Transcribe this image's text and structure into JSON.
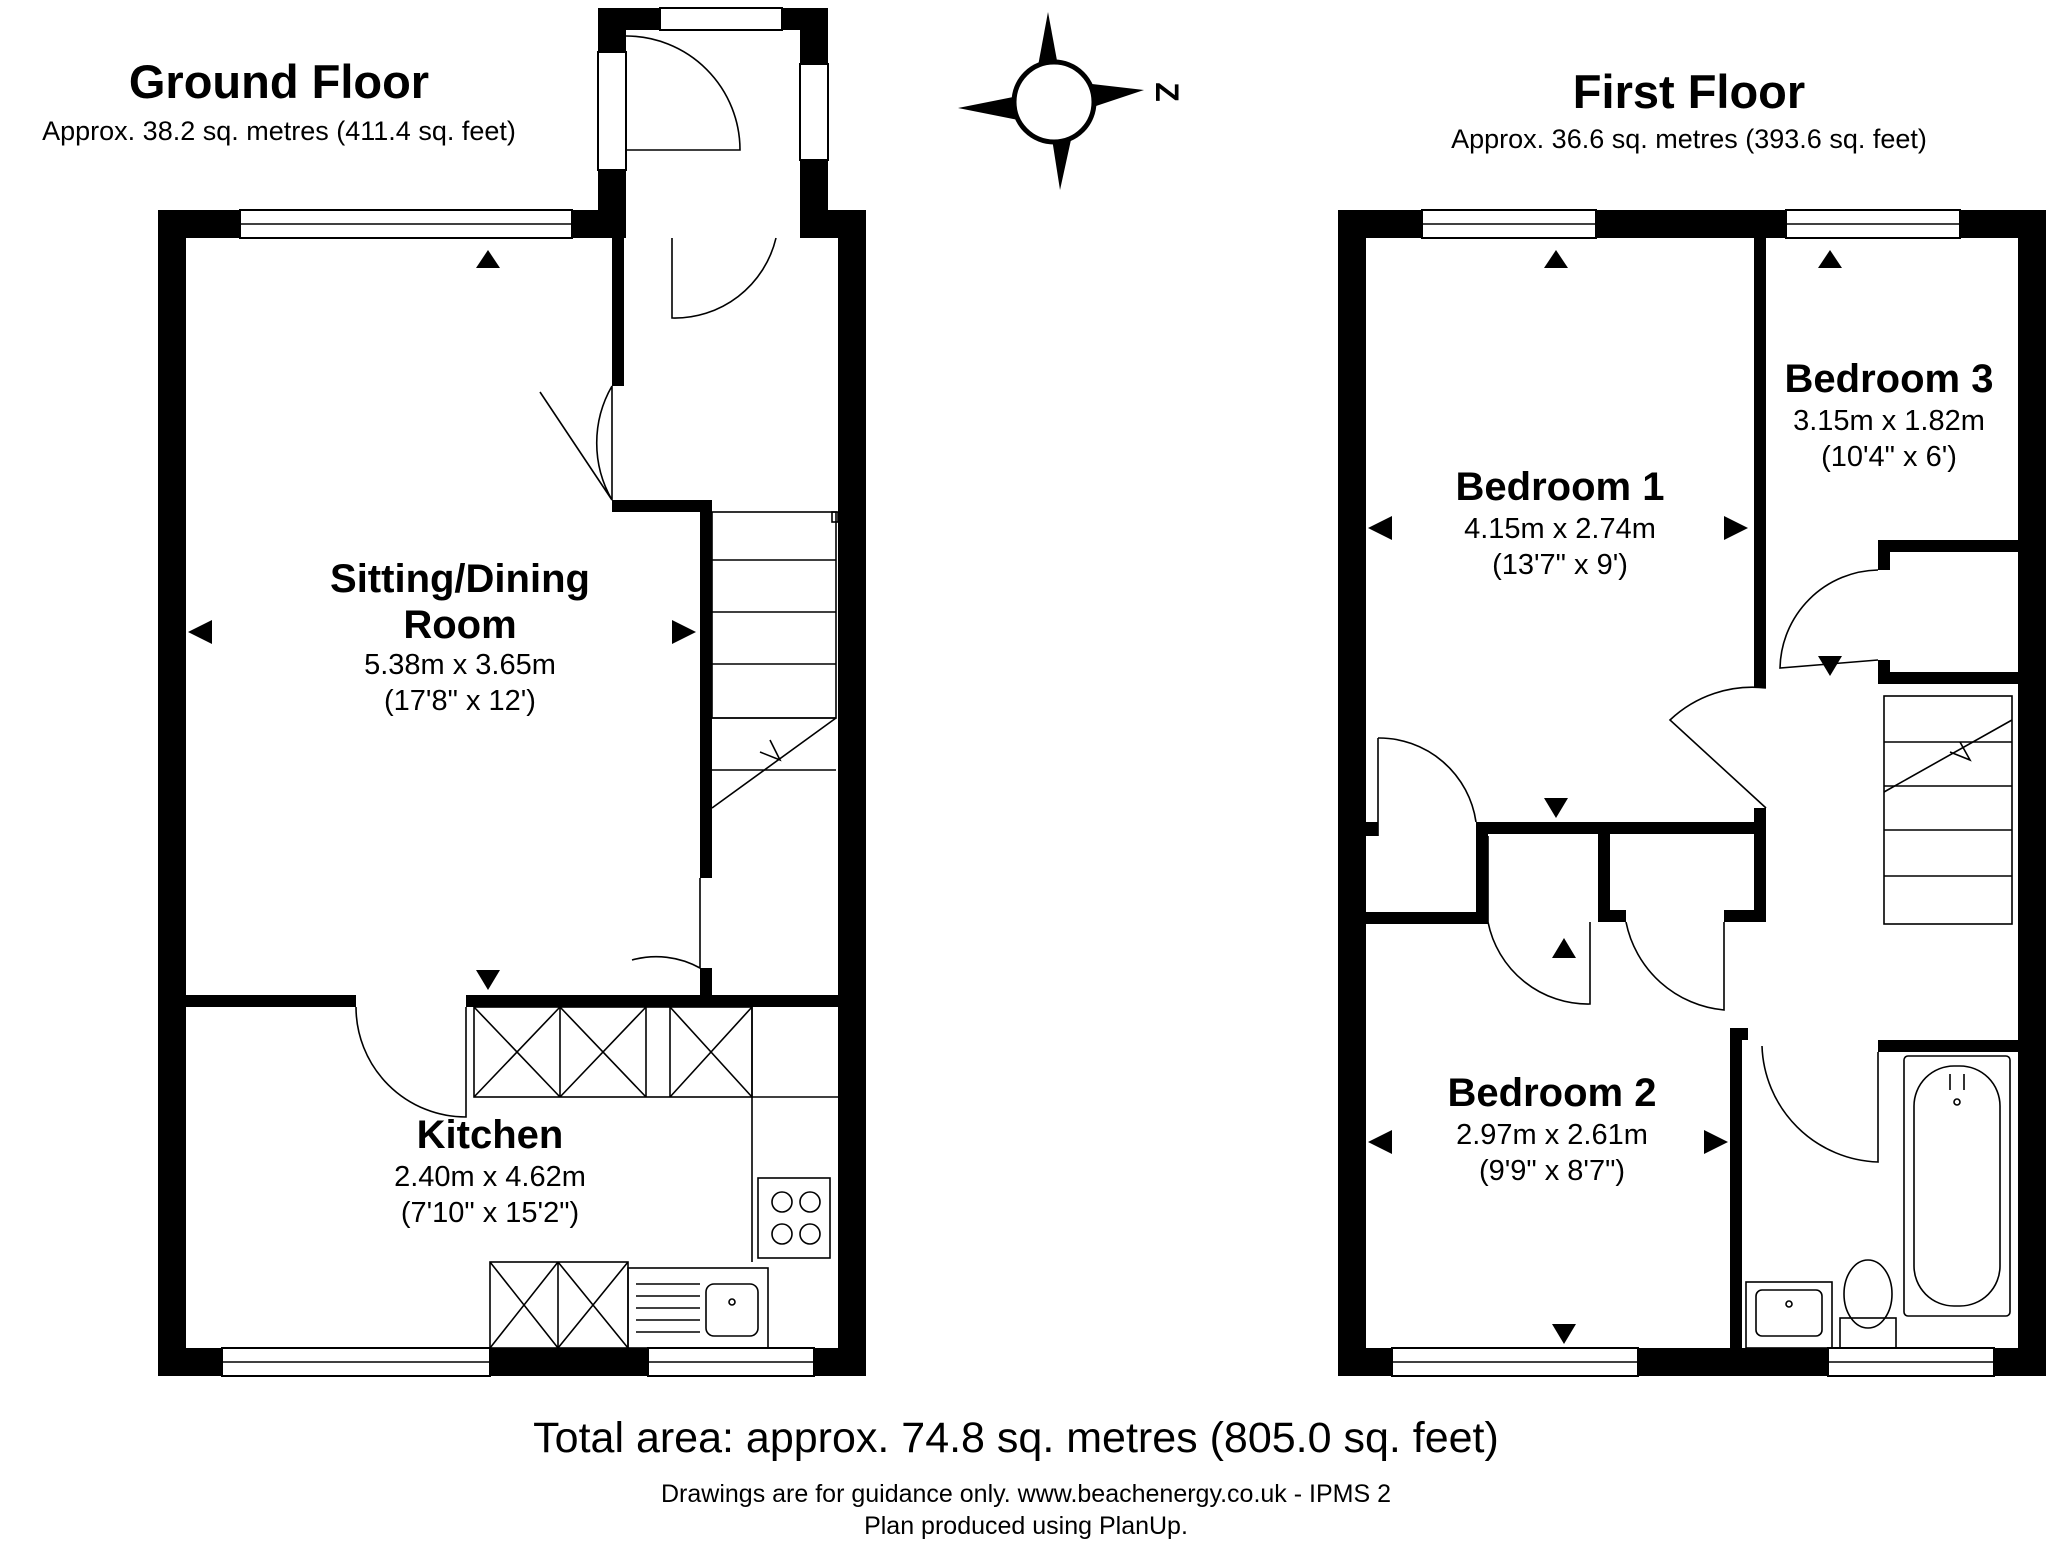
{
  "ground_floor": {
    "title": "Ground Floor",
    "area": "Approx. 38.2 sq. metres (411.4 sq. feet)",
    "rooms": [
      {
        "name_line1": "Sitting/Dining",
        "name_line2": "Room",
        "metric": "5.38m x 3.65m",
        "imperial": "(17'8\" x 12')"
      },
      {
        "name_line1": "Kitchen",
        "metric": "2.40m x 4.62m",
        "imperial": "(7'10\" x 15'2\")"
      }
    ]
  },
  "first_floor": {
    "title": "First Floor",
    "area": "Approx. 36.6 sq. metres (393.6 sq. feet)",
    "rooms": [
      {
        "name_line1": "Bedroom 1",
        "metric": "4.15m x 2.74m",
        "imperial": "(13'7\" x 9')"
      },
      {
        "name_line1": "Bedroom 3",
        "metric": "3.15m x 1.82m",
        "imperial": "(10'4\" x 6')"
      },
      {
        "name_line1": "Bedroom 2",
        "metric": "2.97m x 2.61m",
        "imperial": "(9'9\" x 8'7\")"
      }
    ]
  },
  "compass": {
    "label": "Z",
    "icon": "compass-icon"
  },
  "footer": {
    "total_area": "Total area: approx. 74.8 sq. metres (805.0 sq. feet)",
    "disclaimer": "Drawings are for guidance only. www.beachenergy.co.uk - IPMS 2",
    "produced": "Plan produced using PlanUp."
  }
}
